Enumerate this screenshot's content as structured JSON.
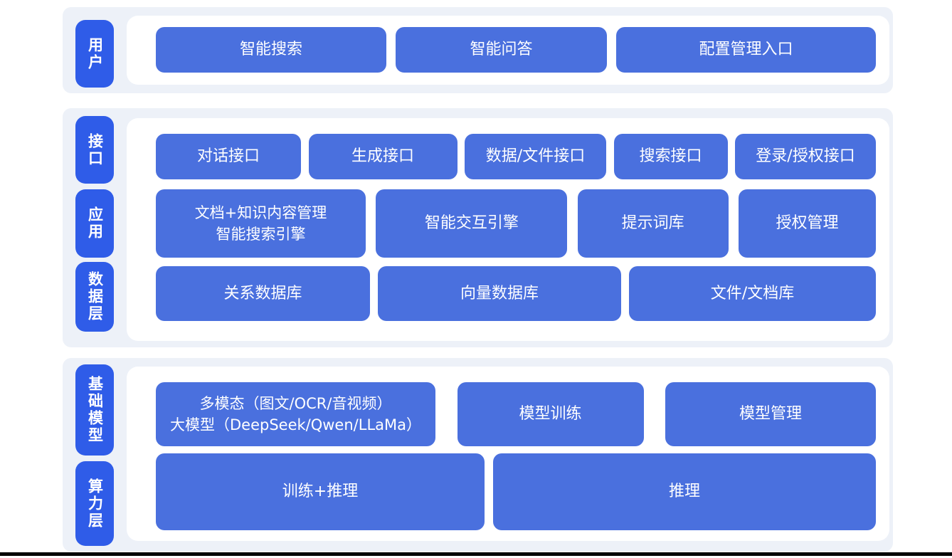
{
  "colors": {
    "band_background": "#edf1f8",
    "panel_background": "#ffffff",
    "side_label_blue": "#2f5ce8",
    "box_blue": "#4a70de",
    "box_text": "#ffffff",
    "bottom_edge": "#000000"
  },
  "bands": [
    {
      "name": "user-layer",
      "labels": [
        {
          "text": "用户"
        }
      ],
      "rows": [
        {
          "boxes": [
            {
              "text": "智能搜索"
            },
            {
              "text": "智能问答"
            },
            {
              "text": "配置管理入口"
            }
          ]
        }
      ]
    },
    {
      "name": "interface-application-data-layer",
      "labels": [
        {
          "text": "接口"
        },
        {
          "text": "应用"
        },
        {
          "text": "数据层"
        }
      ],
      "rows": [
        {
          "boxes": [
            {
              "text": "对话接口"
            },
            {
              "text": "生成接口"
            },
            {
              "text": "数据/文件接口"
            },
            {
              "text": "搜索接口"
            },
            {
              "text": "登录/授权接口"
            }
          ]
        },
        {
          "boxes": [
            {
              "text": "文档+知识内容管理\n智能搜索引擎"
            },
            {
              "text": "智能交互引擎"
            },
            {
              "text": "提示词库"
            },
            {
              "text": "授权管理"
            }
          ]
        },
        {
          "boxes": [
            {
              "text": "关系数据库"
            },
            {
              "text": "向量数据库"
            },
            {
              "text": "文件/文档库"
            }
          ]
        }
      ]
    },
    {
      "name": "foundation-model-compute-layer",
      "labels": [
        {
          "text": "基础模型"
        },
        {
          "text": "算力层"
        }
      ],
      "rows": [
        {
          "boxes": [
            {
              "text": "多模态（图文/OCR/音视频）\n大模型（DeepSeek/Qwen/LLaMa）"
            },
            {
              "text": "模型训练"
            },
            {
              "text": "模型管理"
            }
          ]
        },
        {
          "boxes": [
            {
              "text": "训练+推理"
            },
            {
              "text": "推理"
            }
          ]
        }
      ]
    }
  ]
}
